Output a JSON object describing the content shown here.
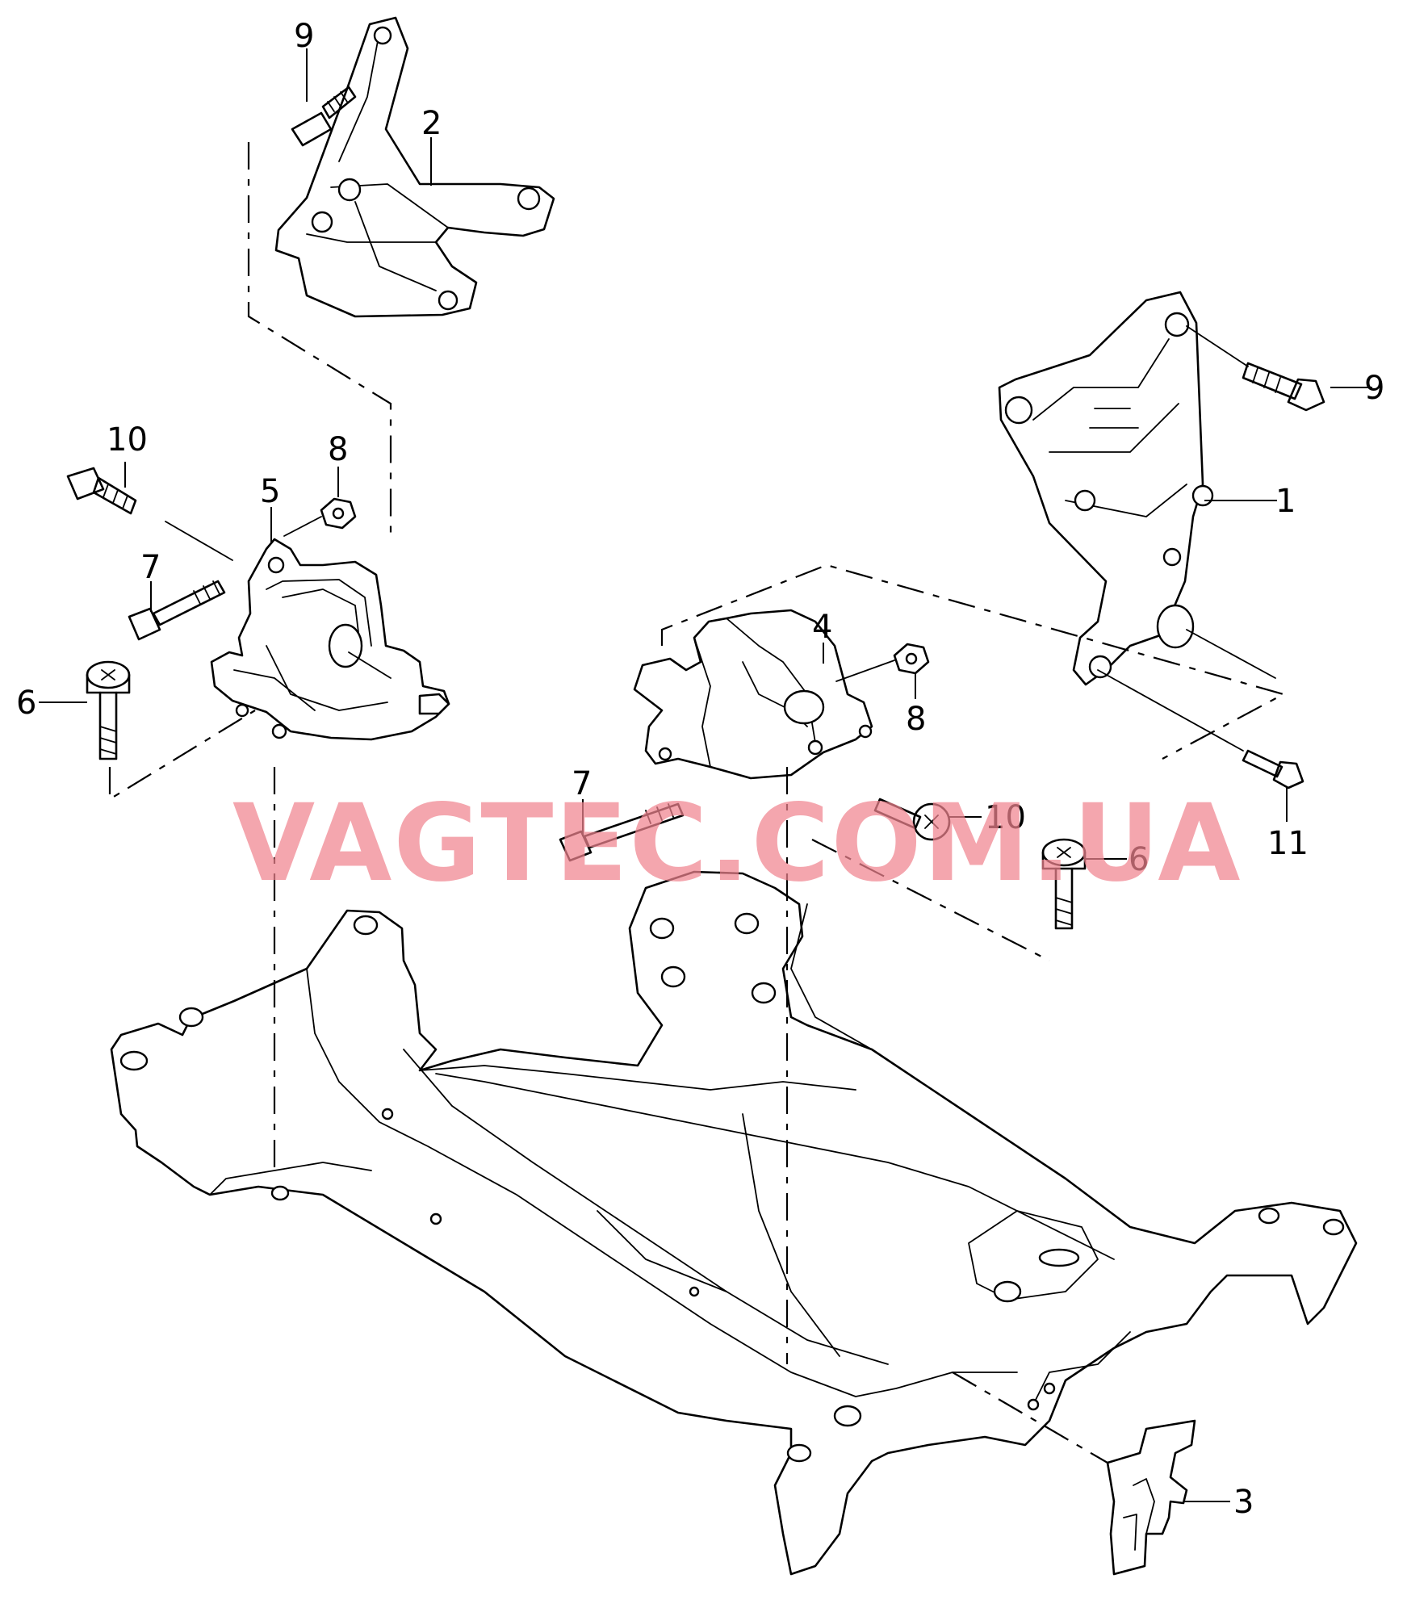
{
  "watermark": "VAGTEC.COM.UA",
  "callouts": {
    "c9a": "9",
    "c2": "2",
    "c9b": "9",
    "c1": "1",
    "c10a": "10",
    "c8a": "8",
    "c5": "5",
    "c7a": "7",
    "c6a": "6",
    "c4": "4",
    "c8b": "8",
    "c7b": "7",
    "c10b": "10",
    "c6b": "6",
    "c11": "11",
    "c3": "3"
  },
  "colors": {
    "watermark": "#f0848f",
    "line": "#000000",
    "background": "#ffffff"
  }
}
